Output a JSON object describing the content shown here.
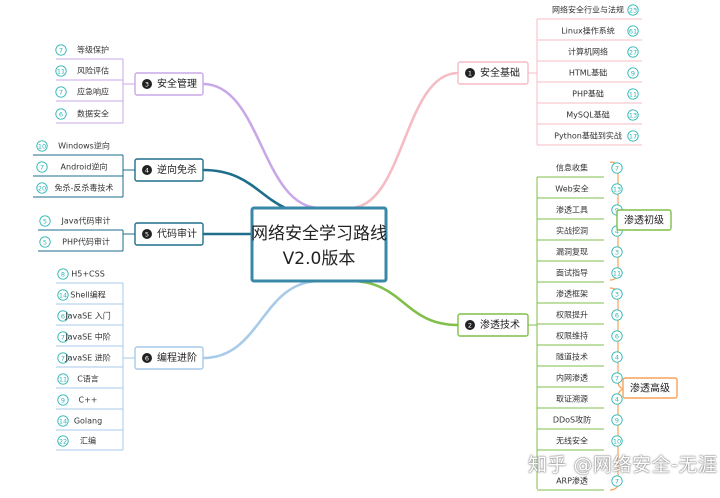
{
  "central": {
    "line1": "网络安全学习路线",
    "line2": "V2.0版本"
  },
  "colors": {
    "center_border": "#3a88a8",
    "branch1": "#f6bcc4",
    "branch2": "#7fbf4a",
    "branch3": "#c9a8e8",
    "branch4": "#1f6e8c",
    "branch5": "#1f6e8c",
    "branch6": "#a7cbe8",
    "bracket": "#f5a35c",
    "group1": "#7fbf4a",
    "group2": "#f5a35c",
    "leaf_border": "#c8c8c8",
    "badge": "#2fb5b5"
  },
  "branches": {
    "b1": {
      "num": "1",
      "label": "安全基础",
      "items": [
        {
          "text": "网络安全行业与法规",
          "badge": "23"
        },
        {
          "text": "Linux操作系统",
          "badge": "61"
        },
        {
          "text": "计算机网络",
          "badge": "27"
        },
        {
          "text": "HTML基础",
          "badge": "9"
        },
        {
          "text": "PHP基础",
          "badge": "11"
        },
        {
          "text": "MySQL基础",
          "badge": "13"
        },
        {
          "text": "Python基础到实战",
          "badge": "17"
        }
      ]
    },
    "b2": {
      "num": "2",
      "label": "渗透技术",
      "groups": [
        {
          "label": "渗透初级",
          "items": [
            {
              "text": "信息收集",
              "badge": "7"
            },
            {
              "text": "Web安全",
              "badge": "13"
            },
            {
              "text": "渗透工具",
              "badge": "9"
            },
            {
              "text": "实战挖洞",
              "badge": "4"
            },
            {
              "text": "漏洞复现",
              "badge": "3"
            },
            {
              "text": "面试指导",
              "badge": "11"
            }
          ]
        },
        {
          "label": "渗透高级",
          "items": [
            {
              "text": "渗透框架",
              "badge": "3"
            },
            {
              "text": "权限提升",
              "badge": "6"
            },
            {
              "text": "权限维持",
              "badge": "6"
            },
            {
              "text": "隧道技术",
              "badge": "4"
            },
            {
              "text": "内网渗透",
              "badge": "7"
            },
            {
              "text": "取证溯源",
              "badge": "4"
            },
            {
              "text": "DDoS攻防",
              "badge": "9"
            },
            {
              "text": "无线安全",
              "badge": "10"
            },
            {
              "text": "ARP渗透",
              "badge": "7"
            }
          ]
        }
      ]
    },
    "b3": {
      "num": "3",
      "label": "安全管理",
      "items": [
        {
          "text": "等级保护",
          "badge": "7"
        },
        {
          "text": "风险评估",
          "badge": "11"
        },
        {
          "text": "应急响应",
          "badge": "7"
        },
        {
          "text": "数据安全",
          "badge": "6"
        }
      ]
    },
    "b4": {
      "num": "4",
      "label": "逆向免杀",
      "items": [
        {
          "text": "Windows逆向",
          "badge": "10"
        },
        {
          "text": "Android逆向",
          "badge": "7"
        },
        {
          "text": "免杀-反杀毒技术",
          "badge": "20"
        }
      ]
    },
    "b5": {
      "num": "5",
      "label": "代码审计",
      "items": [
        {
          "text": "Java代码审计",
          "badge": "5"
        },
        {
          "text": "PHP代码审计",
          "badge": "5"
        }
      ]
    },
    "b6": {
      "num": "6",
      "label": "编程进阶",
      "items": [
        {
          "text": "H5+CSS",
          "badge": "8"
        },
        {
          "text": "Shell编程",
          "badge": "14"
        },
        {
          "text": "JavaSE 入门",
          "badge": "6"
        },
        {
          "text": "JavaSE 中阶",
          "badge": "7"
        },
        {
          "text": "JavaSE 进阶",
          "badge": "7"
        },
        {
          "text": "C语言",
          "badge": "11"
        },
        {
          "text": "C++",
          "badge": "9"
        },
        {
          "text": "Golang",
          "badge": "14"
        },
        {
          "text": "汇编",
          "badge": "22"
        }
      ]
    }
  },
  "watermark": "知乎 @网络安全-无涯"
}
